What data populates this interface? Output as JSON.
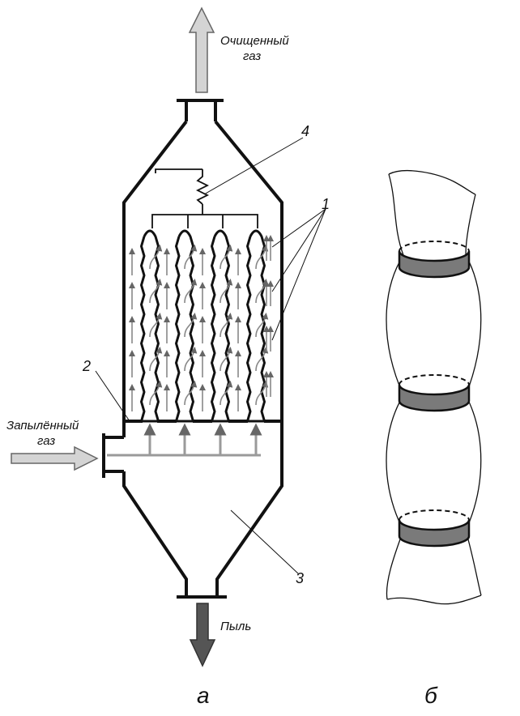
{
  "labels": {
    "clean_gas": [
      "Очищенный",
      "газ"
    ],
    "dusty_gas": [
      "Запылённый",
      "газ"
    ],
    "dust": "Пыль"
  },
  "callouts": {
    "filter_sleeves": "1",
    "tube_sheet": "2",
    "hopper": "3",
    "shaking_mechanism": "4"
  },
  "captions": {
    "left": "а",
    "right": "б"
  },
  "colors": {
    "line": "#111111",
    "arrow_light": "#d4d4d4",
    "arrow_dark": "#555555",
    "flow_arrow": "#9a9a9a",
    "ring": "#7a7a7a"
  }
}
